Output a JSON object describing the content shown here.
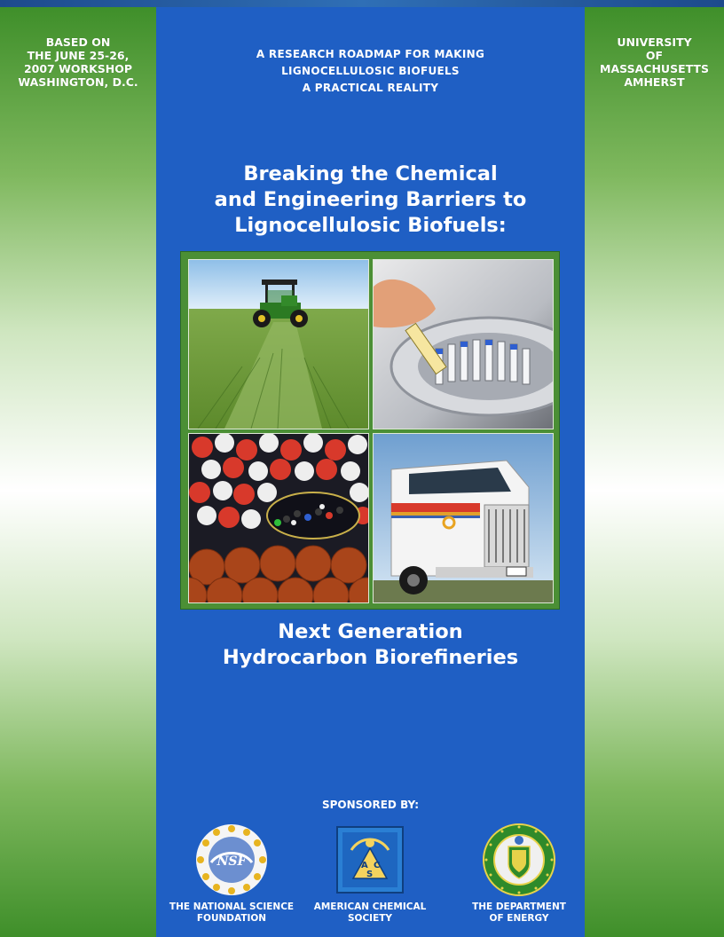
{
  "left_panel": {
    "lines": [
      "BASED ON",
      "THE JUNE 25-26,",
      "2007 WORKSHOP",
      "WASHINGTON, D.C."
    ]
  },
  "right_panel": {
    "lines": [
      "UNIVERSITY",
      "OF",
      "MASSACHUSETTS",
      "AMHERST"
    ]
  },
  "center": {
    "subtitle_lines": [
      "A RESEARCH ROADMAP FOR MAKING",
      "LIGNOCELLULOSIC BIOFUELS",
      "A PRACTICAL REALITY"
    ],
    "title_lines": [
      "Breaking the Chemical",
      "and Engineering Barriers to",
      "Lignocellulosic Biofuels:"
    ],
    "bottom_title_lines": [
      "Next Generation",
      "Hydrocarbon Biorefineries"
    ],
    "sponsored_label": "SPONSORED BY:"
  },
  "sponsors": [
    {
      "name_lines": [
        "THE NATIONAL SCIENCE",
        "FOUNDATION"
      ],
      "logo_text": "NSF",
      "icon": "nsf-logo-icon"
    },
    {
      "name_lines": [
        "AMERICAN CHEMICAL",
        "SOCIETY"
      ],
      "logo_text": [
        "A",
        "C",
        "S"
      ],
      "icon": "acs-logo-icon"
    },
    {
      "name_lines": [
        "THE DEPARTMENT",
        "OF ENERGY"
      ],
      "icon": "doe-seal-icon"
    }
  ],
  "photos": [
    {
      "icon": "tractor-field-photo"
    },
    {
      "icon": "lab-pipette-photo"
    },
    {
      "icon": "molecule-catalyst-photo"
    },
    {
      "icon": "semi-truck-photo"
    }
  ],
  "colors": {
    "center_blue": "#1f5fc4",
    "side_green": "#3f8f2a",
    "frame_green": "#4b8f35"
  }
}
